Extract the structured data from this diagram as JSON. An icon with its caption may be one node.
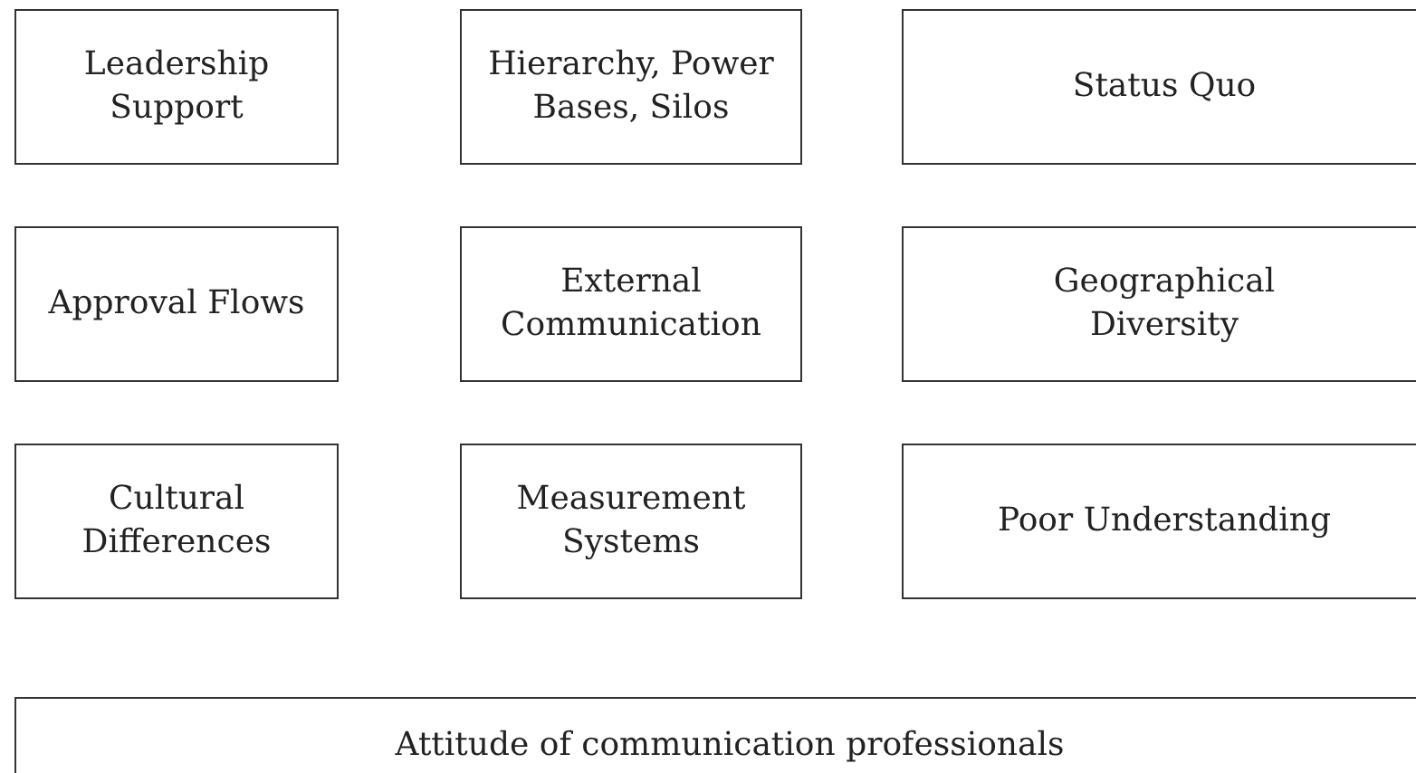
{
  "diagram": {
    "nodes": [
      {
        "text": [
          "Leadership Support"
        ]
      },
      {
        "text": [
          "Hierarchy, Power Bases, Silos"
        ]
      },
      {
        "text": [
          "Status Quo"
        ]
      },
      {
        "text": [
          "Approval Flows"
        ]
      },
      {
        "text": [
          "External Communication"
        ]
      },
      {
        "text": [
          "Geographical Diversity"
        ]
      },
      {
        "text": [
          "Cultural Differences"
        ]
      },
      {
        "text": [
          "Measurement Systems"
        ]
      },
      {
        "text": [
          "Poor Understanding"
        ]
      },
      {
        "text": [
          "Attitude of communication professionals"
        ]
      }
    ]
  }
}
